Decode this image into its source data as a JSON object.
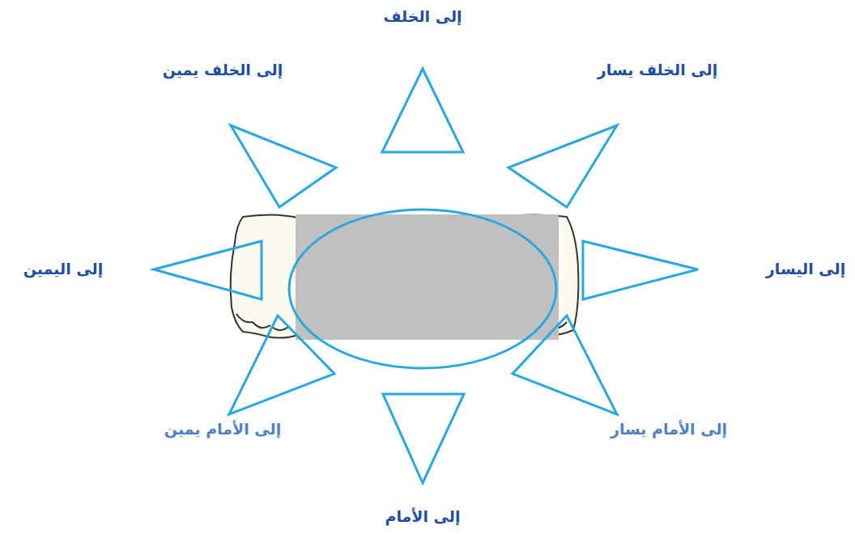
{
  "diagram": {
    "labels": [
      "إلى الخلف",
      "إلى الخلف يمين",
      "إلى الخلف يسار",
      "إلى اليمين",
      "إلى اليسار",
      "إلى الأمام يمين",
      "إلى الأمام يسار",
      "إلى الأمام"
    ]
  }
}
